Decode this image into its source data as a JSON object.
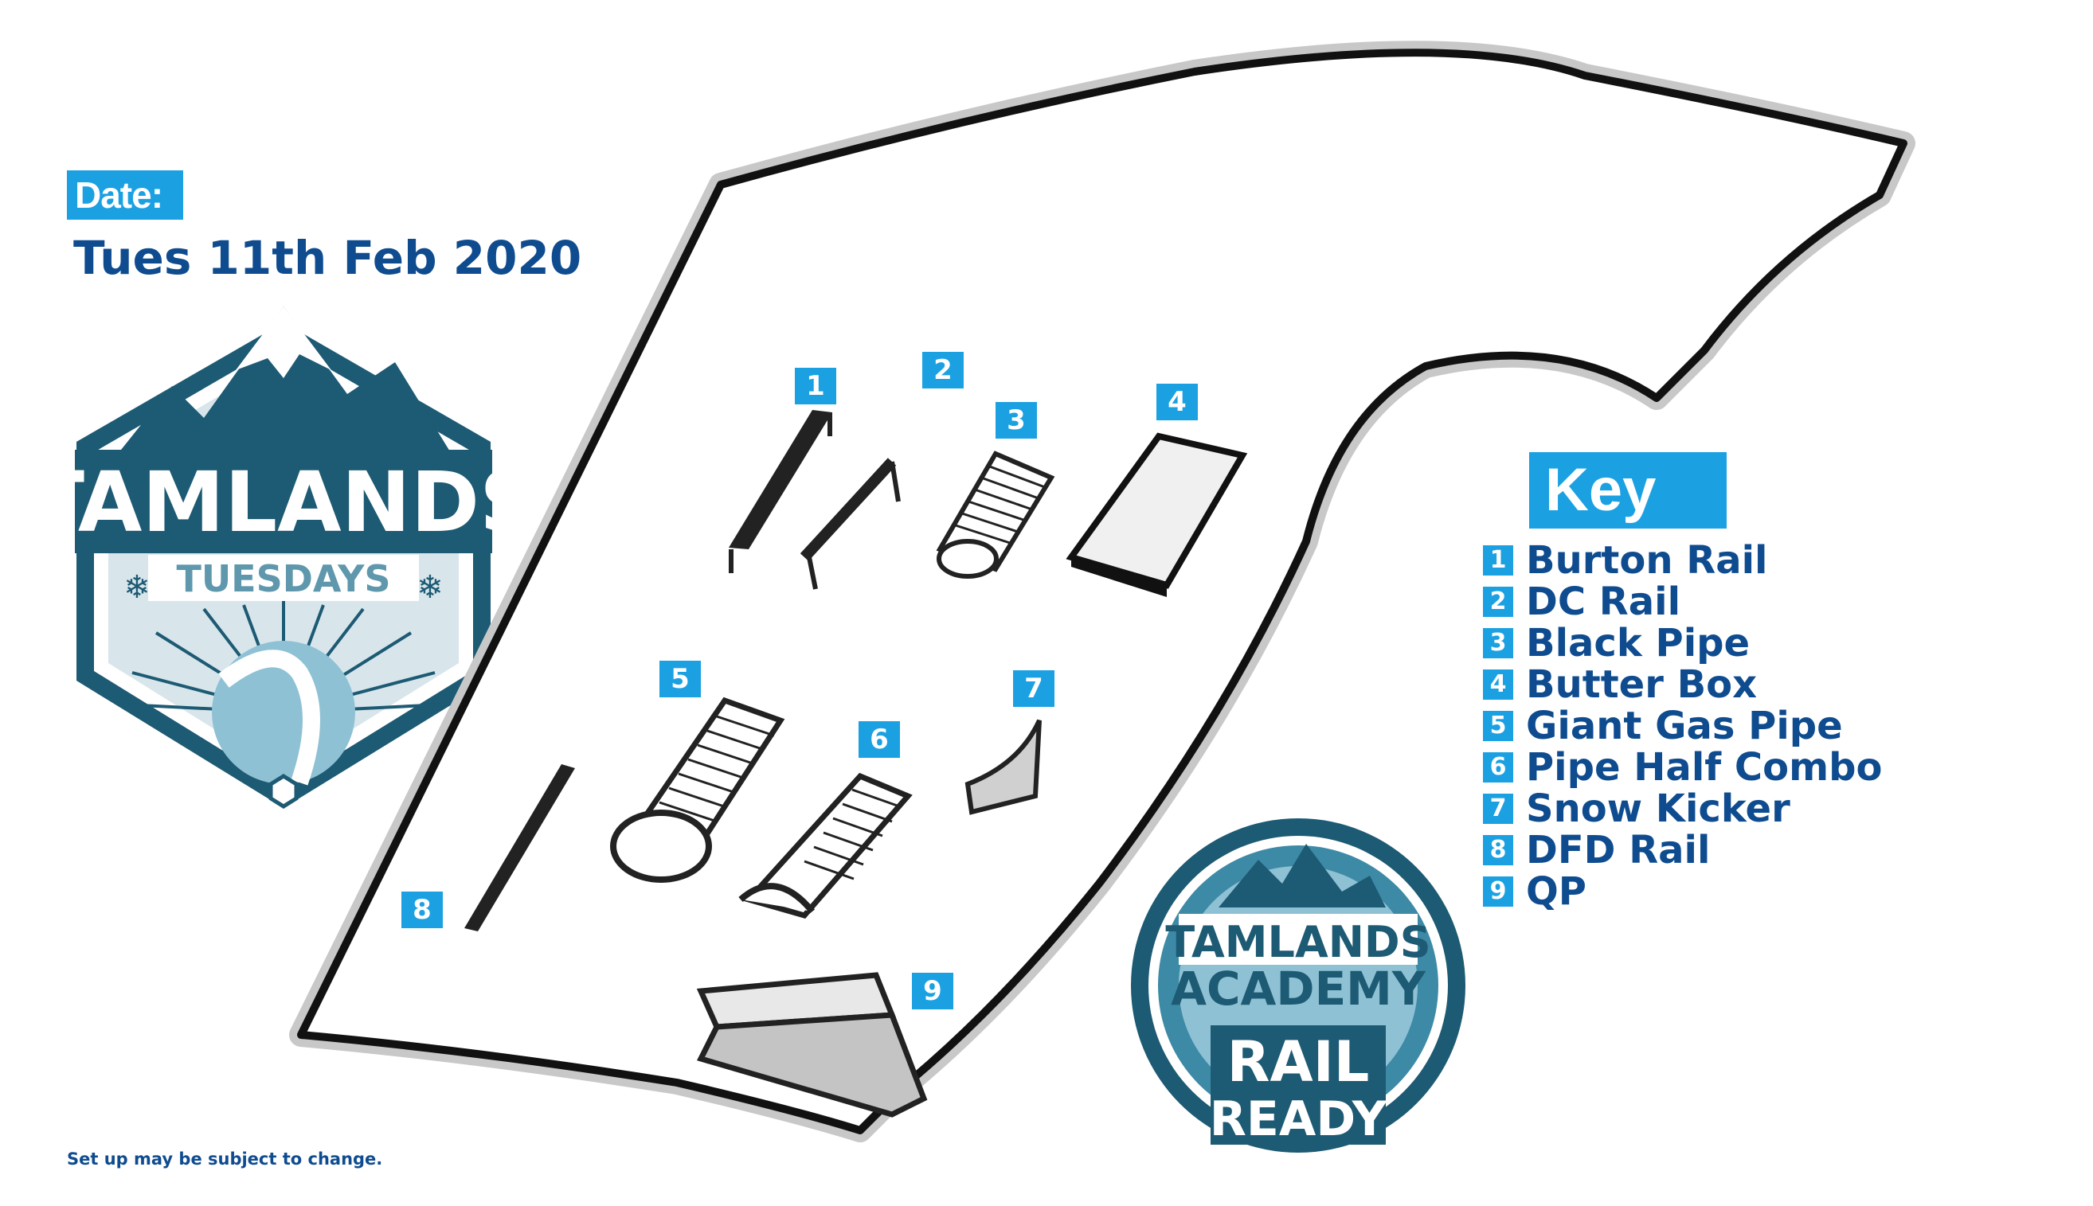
{
  "date": {
    "label": "Date:",
    "value": "Tues 11th Feb 2020"
  },
  "key": {
    "title": "Key",
    "items": [
      {
        "num": "1",
        "label": "Burton Rail"
      },
      {
        "num": "2",
        "label": "DC Rail"
      },
      {
        "num": "3",
        "label": "Black Pipe"
      },
      {
        "num": "4",
        "label": "Butter Box"
      },
      {
        "num": "5",
        "label": "Giant Gas Pipe"
      },
      {
        "num": "6",
        "label": "Pipe Half Combo"
      },
      {
        "num": "7",
        "label": "Snow Kicker"
      },
      {
        "num": "8",
        "label": "DFD Rail"
      },
      {
        "num": "9",
        "label": "QP"
      }
    ]
  },
  "footnote": "Set up may be subject to change.",
  "logos": {
    "tuesdays": {
      "line1": "TAMLANDS",
      "line2": "TUESDAYS"
    },
    "academy": {
      "line1": "TAMLANDS",
      "line2": "ACADEMY",
      "line3": "RAIL",
      "line4": "READY"
    }
  },
  "map_markers": [
    "1",
    "2",
    "3",
    "4",
    "5",
    "6",
    "7",
    "8",
    "9"
  ],
  "colors": {
    "accent": "#1ba1e2",
    "navy": "#0f4c8f",
    "badge_dark": "#1d5a73",
    "badge_mid": "#3d8aa6",
    "badge_light": "#8fc1d4"
  }
}
